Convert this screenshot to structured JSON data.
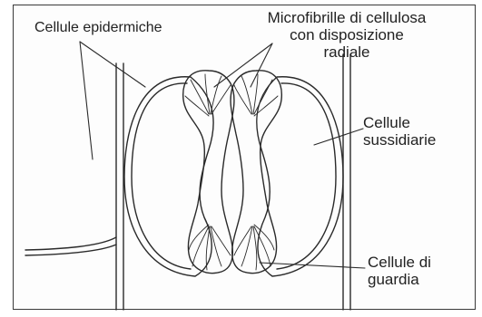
{
  "labels": {
    "epidermal": "Cellule epidermiche",
    "microfibrils": [
      "Microfibrille di cellulosa",
      "con disposizione",
      "radiale"
    ],
    "subsidiary": [
      "Cellule",
      "sussidiarie"
    ],
    "guard": [
      "Cellule di",
      "guardia"
    ]
  },
  "colors": {
    "line": "#2a2a2a",
    "background": "#fdfdfd",
    "frame": "#3a3a3a"
  }
}
